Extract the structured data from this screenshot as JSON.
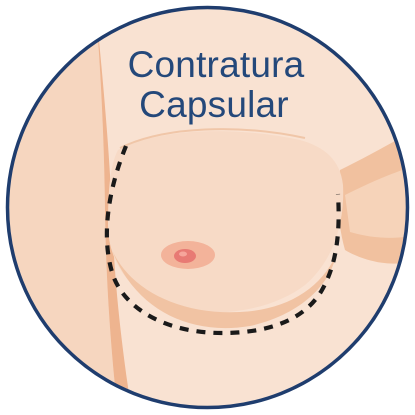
{
  "title": {
    "line1": "Contratura",
    "line2": "Capsular"
  },
  "colors": {
    "background": "#ffffff",
    "circle_border": "#1f3d6e",
    "skin_light": "#f9e2d2",
    "skin_mid": "#f5d0b6",
    "skin_shadow": "#eeb48f",
    "areola": "#f0a48a",
    "nipple": "#e4706d",
    "dashed_line": "#1a1a1a",
    "title_text": "#24487a"
  },
  "icons": {
    "breast": "breast-illustration",
    "incision": "dashed-incision-line"
  }
}
